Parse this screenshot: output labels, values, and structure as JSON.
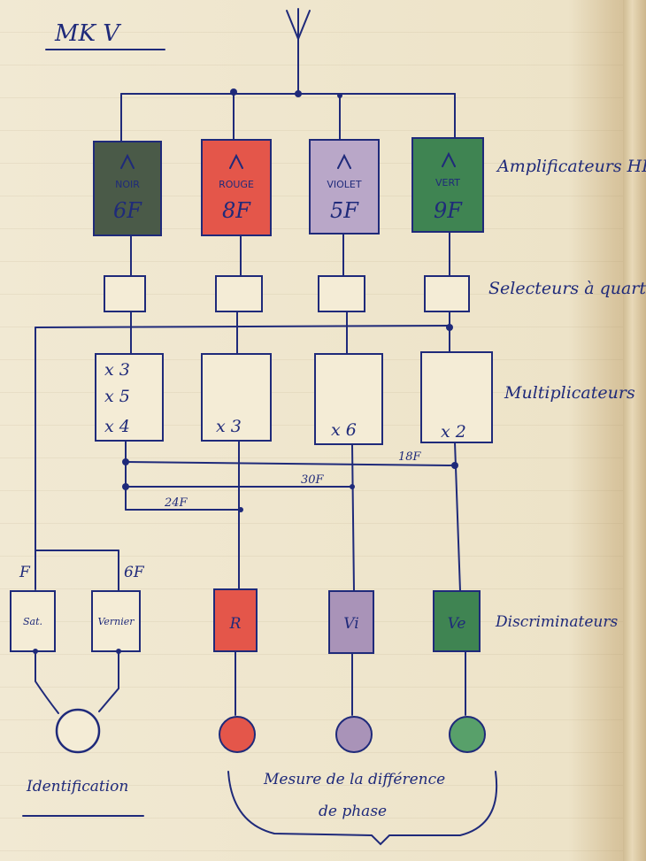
{
  "title": "MK V",
  "amplifiers": {
    "label": "Amplificateurs HF",
    "items": [
      {
        "name": "NOIR",
        "freq": "6F",
        "color": "#4a5a48"
      },
      {
        "name": "ROUGE",
        "freq": "8F",
        "color": "#e4564a"
      },
      {
        "name": "VIOLET",
        "freq": "5F",
        "color": "#b9a7c8"
      },
      {
        "name": "VERT",
        "freq": "9F",
        "color": "#3f8452"
      }
    ]
  },
  "selectors": {
    "label": "Selecteurs à quartz"
  },
  "multipliers": {
    "label": "Multiplicateurs",
    "items": [
      {
        "lines": [
          "x 3",
          "x 5",
          "x 4"
        ]
      },
      {
        "lines": [
          "x 3"
        ]
      },
      {
        "lines": [
          "x 6"
        ]
      },
      {
        "lines": [
          "x 2"
        ]
      }
    ]
  },
  "frequencies": {
    "f18": "18F",
    "f30": "30F",
    "f24": "24F"
  },
  "id_section": {
    "label_f": "F",
    "label_6f": "6F",
    "left_box": "Sat.",
    "right_box": "Vernier",
    "caption": "Identification"
  },
  "discriminators": {
    "label": "Discriminateurs",
    "items": [
      {
        "text": "R",
        "color": "#e4564a"
      },
      {
        "text": "Vi",
        "color": "#a993b8"
      },
      {
        "text": "Ve",
        "color": "#3f8452"
      }
    ]
  },
  "meters": [
    {
      "color": "#e4564a"
    },
    {
      "color": "#a993b8"
    },
    {
      "color": "#58a06a"
    }
  ],
  "phase_caption": {
    "line1": "Mesure de la différence",
    "line2": "de phase"
  }
}
